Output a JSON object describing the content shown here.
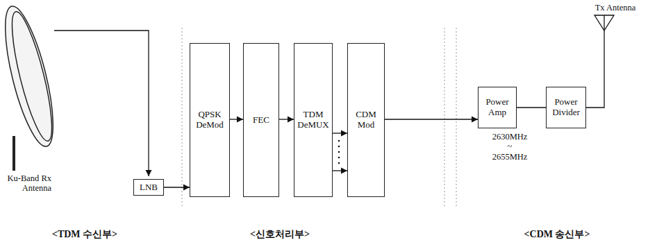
{
  "diagram": {
    "nodes": [
      {
        "text": [
          "LNB"
        ]
      },
      {
        "text": [
          "QPSK DeMod"
        ]
      },
      {
        "text": [
          "FEC"
        ]
      },
      {
        "text": [
          "TDM DeMUX"
        ]
      },
      {
        "text": [
          "CDM Mod"
        ]
      },
      {
        "text": [
          "Power Amp"
        ]
      },
      {
        "text": [
          "Power Divider"
        ]
      }
    ],
    "edges": [
      {
        "from": 0,
        "to": 1,
        "arrow": "to"
      },
      {
        "from": 1,
        "to": 2,
        "arrow": "to"
      },
      {
        "from": 2,
        "to": 3,
        "arrow": "to"
      },
      {
        "from": 3,
        "to": 4,
        "arrow": "to"
      },
      {
        "from": 3,
        "to": 4,
        "arrow": "to"
      },
      {
        "from": 4,
        "to": 5,
        "arrow": "to"
      },
      {
        "from": 5,
        "to": 6,
        "arrow": "none"
      }
    ],
    "labels": [
      "Ku-Band Rx Antenna",
      "Tx Antenna",
      "2630MHz ~ 2655MHz",
      "<TDM 수신부>",
      "<신호처리부>",
      "<CDM 송신부>"
    ]
  }
}
